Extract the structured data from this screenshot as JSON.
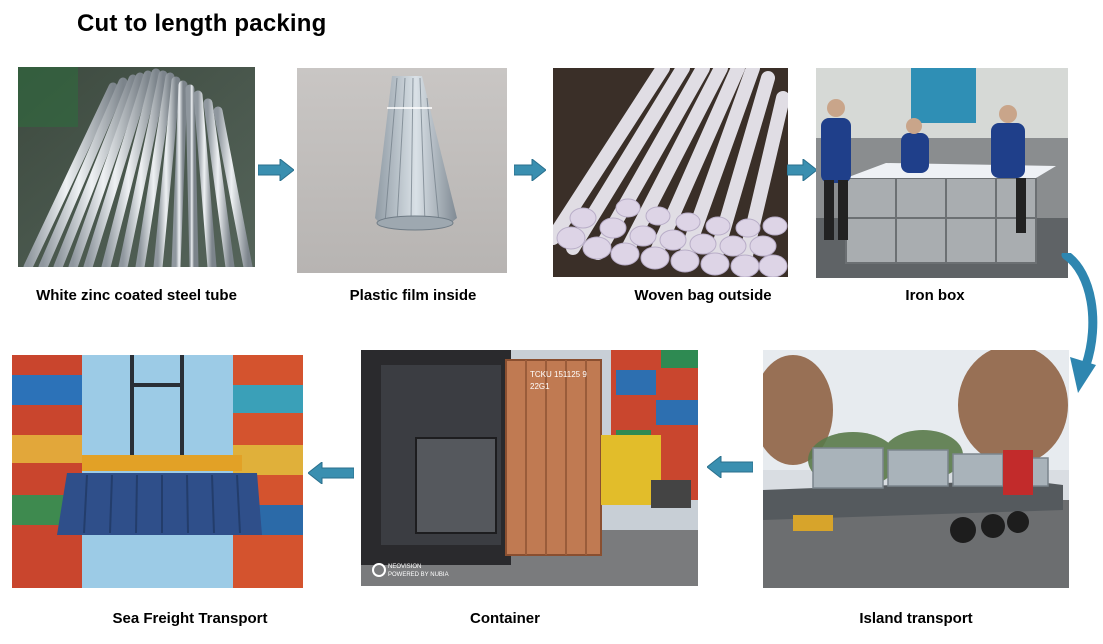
{
  "title": "Cut to length packing",
  "steps": [
    {
      "label": "White zinc coated steel tube"
    },
    {
      "label": "Plastic film inside"
    },
    {
      "label": "Woven bag outside"
    },
    {
      "label": "Iron box"
    },
    {
      "label": "Island transport"
    },
    {
      "label": "Container"
    },
    {
      "label": "Sea Freight Transport"
    }
  ],
  "container_marks": {
    "code": "TCKU 151125 9",
    "type": "22G1",
    "watermark_line1": "NEOVISION",
    "watermark_line2": "POWERED BY NUBIA"
  },
  "colors": {
    "arrow": "#3a8fb0",
    "arrow_dark": "#2a6f8c",
    "curved_arrow": "#2e86b0"
  },
  "icons": {
    "step_arrow": "right-arrow-icon",
    "back_arrow": "left-arrow-icon",
    "turn_arrow": "curved-down-arrow-icon"
  }
}
